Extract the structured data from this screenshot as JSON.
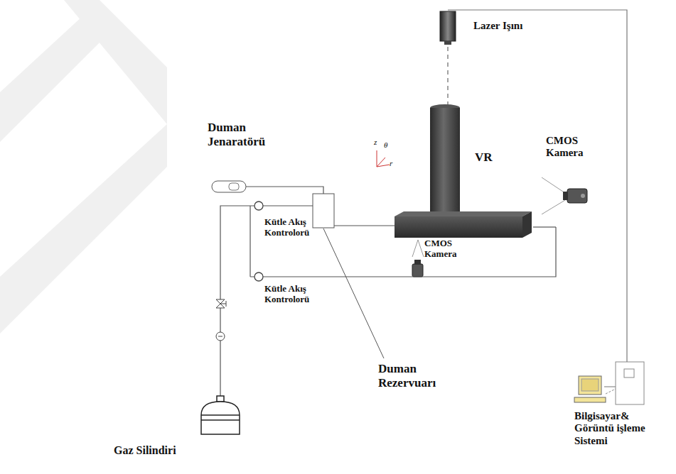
{
  "diagram": {
    "labels": [
      "Lazer Işını",
      "Duman Jenaratörü",
      "VR",
      "CMOS Kamera",
      "z",
      "θ",
      "r",
      "Kütle Akış Kontrolorü",
      "CMOS Kamera",
      "Kütle Akış Kontrolorü",
      "Duman Rezervuarı",
      "Bilgisayar& Görüntü işleme Sistemi",
      "Gaz Silindiri"
    ]
  }
}
